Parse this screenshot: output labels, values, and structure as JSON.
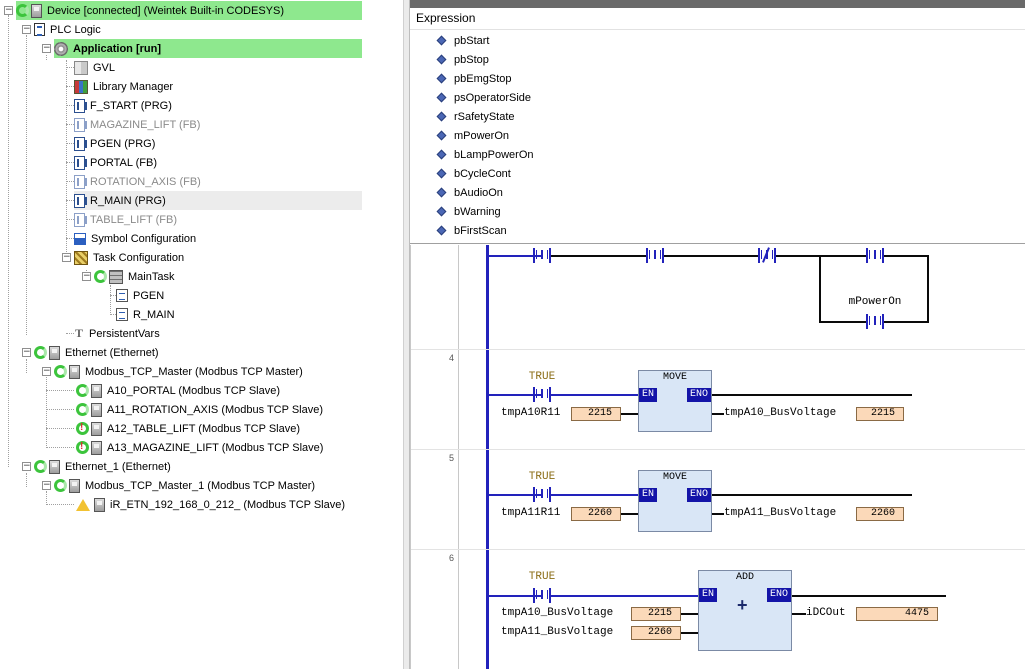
{
  "tree": {
    "device": "Device [connected] (Weintek Built-in CODESYS)",
    "plc_logic": "PLC Logic",
    "application": "Application [run]",
    "gvl": "GVL",
    "library_manager": "Library Manager",
    "f_start": "F_START (PRG)",
    "magazine_lift": "MAGAZINE_LIFT (FB)",
    "pgen": "PGEN (PRG)",
    "portal": "PORTAL (FB)",
    "rotation_axis": "ROTATION_AXIS (FB)",
    "r_main": "R_MAIN (PRG)",
    "table_lift": "TABLE_LIFT (FB)",
    "symbol_config": "Symbol Configuration",
    "task_config": "Task Configuration",
    "main_task": "MainTask",
    "task_pgen": "PGEN",
    "task_r_main": "R_MAIN",
    "persistent_vars": "PersistentVars",
    "ethernet": "Ethernet (Ethernet)",
    "modbus_master": "Modbus_TCP_Master (Modbus TCP Master)",
    "a10": "A10_PORTAL (Modbus TCP Slave)",
    "a11": "A11_ROTATION_AXIS (Modbus TCP Slave)",
    "a12": "A12_TABLE_LIFT (Modbus TCP Slave)",
    "a13": "A13_MAGAZINE_LIFT (Modbus TCP Slave)",
    "ethernet_1": "Ethernet_1 (Ethernet)",
    "modbus_master_1": "Modbus_TCP_Master_1 (Modbus TCP Master)",
    "ir_etn": "iR_ETN_192_168_0_212_ (Modbus TCP Slave)"
  },
  "watch": {
    "header": "Expression",
    "rows": [
      "pbStart",
      "pbStop",
      "pbEmgStop",
      "psOperatorSide",
      "rSafetyState",
      "mPowerOn",
      "bLampPowerOn",
      "bCycleCont",
      "bAudioOn",
      "bWarning",
      "bFirstScan"
    ]
  },
  "ladder": {
    "coil_label": "mPowerOn",
    "net4": {
      "number": "4",
      "contact": "TRUE",
      "block": "MOVE",
      "en": "EN",
      "eno": "ENO",
      "in_var": "tmpA10R11",
      "in_val": "2215",
      "out_var": "tmpA10_BusVoltage",
      "out_val": "2215"
    },
    "net5": {
      "number": "5",
      "contact": "TRUE",
      "block": "MOVE",
      "en": "EN",
      "eno": "ENO",
      "in_var": "tmpA11R11",
      "in_val": "2260",
      "out_var": "tmpA11_BusVoltage",
      "out_val": "2260"
    },
    "net6": {
      "number": "6",
      "contact": "TRUE",
      "block": "ADD",
      "en": "EN",
      "eno": "ENO",
      "in1_var": "tmpA10_BusVoltage",
      "in1_val": "2215",
      "in2_var": "tmpA11_BusVoltage",
      "in2_val": "2260",
      "out_var": "iDCOut",
      "out_val": "4475"
    }
  },
  "colors": {
    "connected_green": "#8ee88e",
    "rail_blue": "#2222bb",
    "value_box": "#fbd9b9",
    "block_fill": "#d9e6f6"
  }
}
